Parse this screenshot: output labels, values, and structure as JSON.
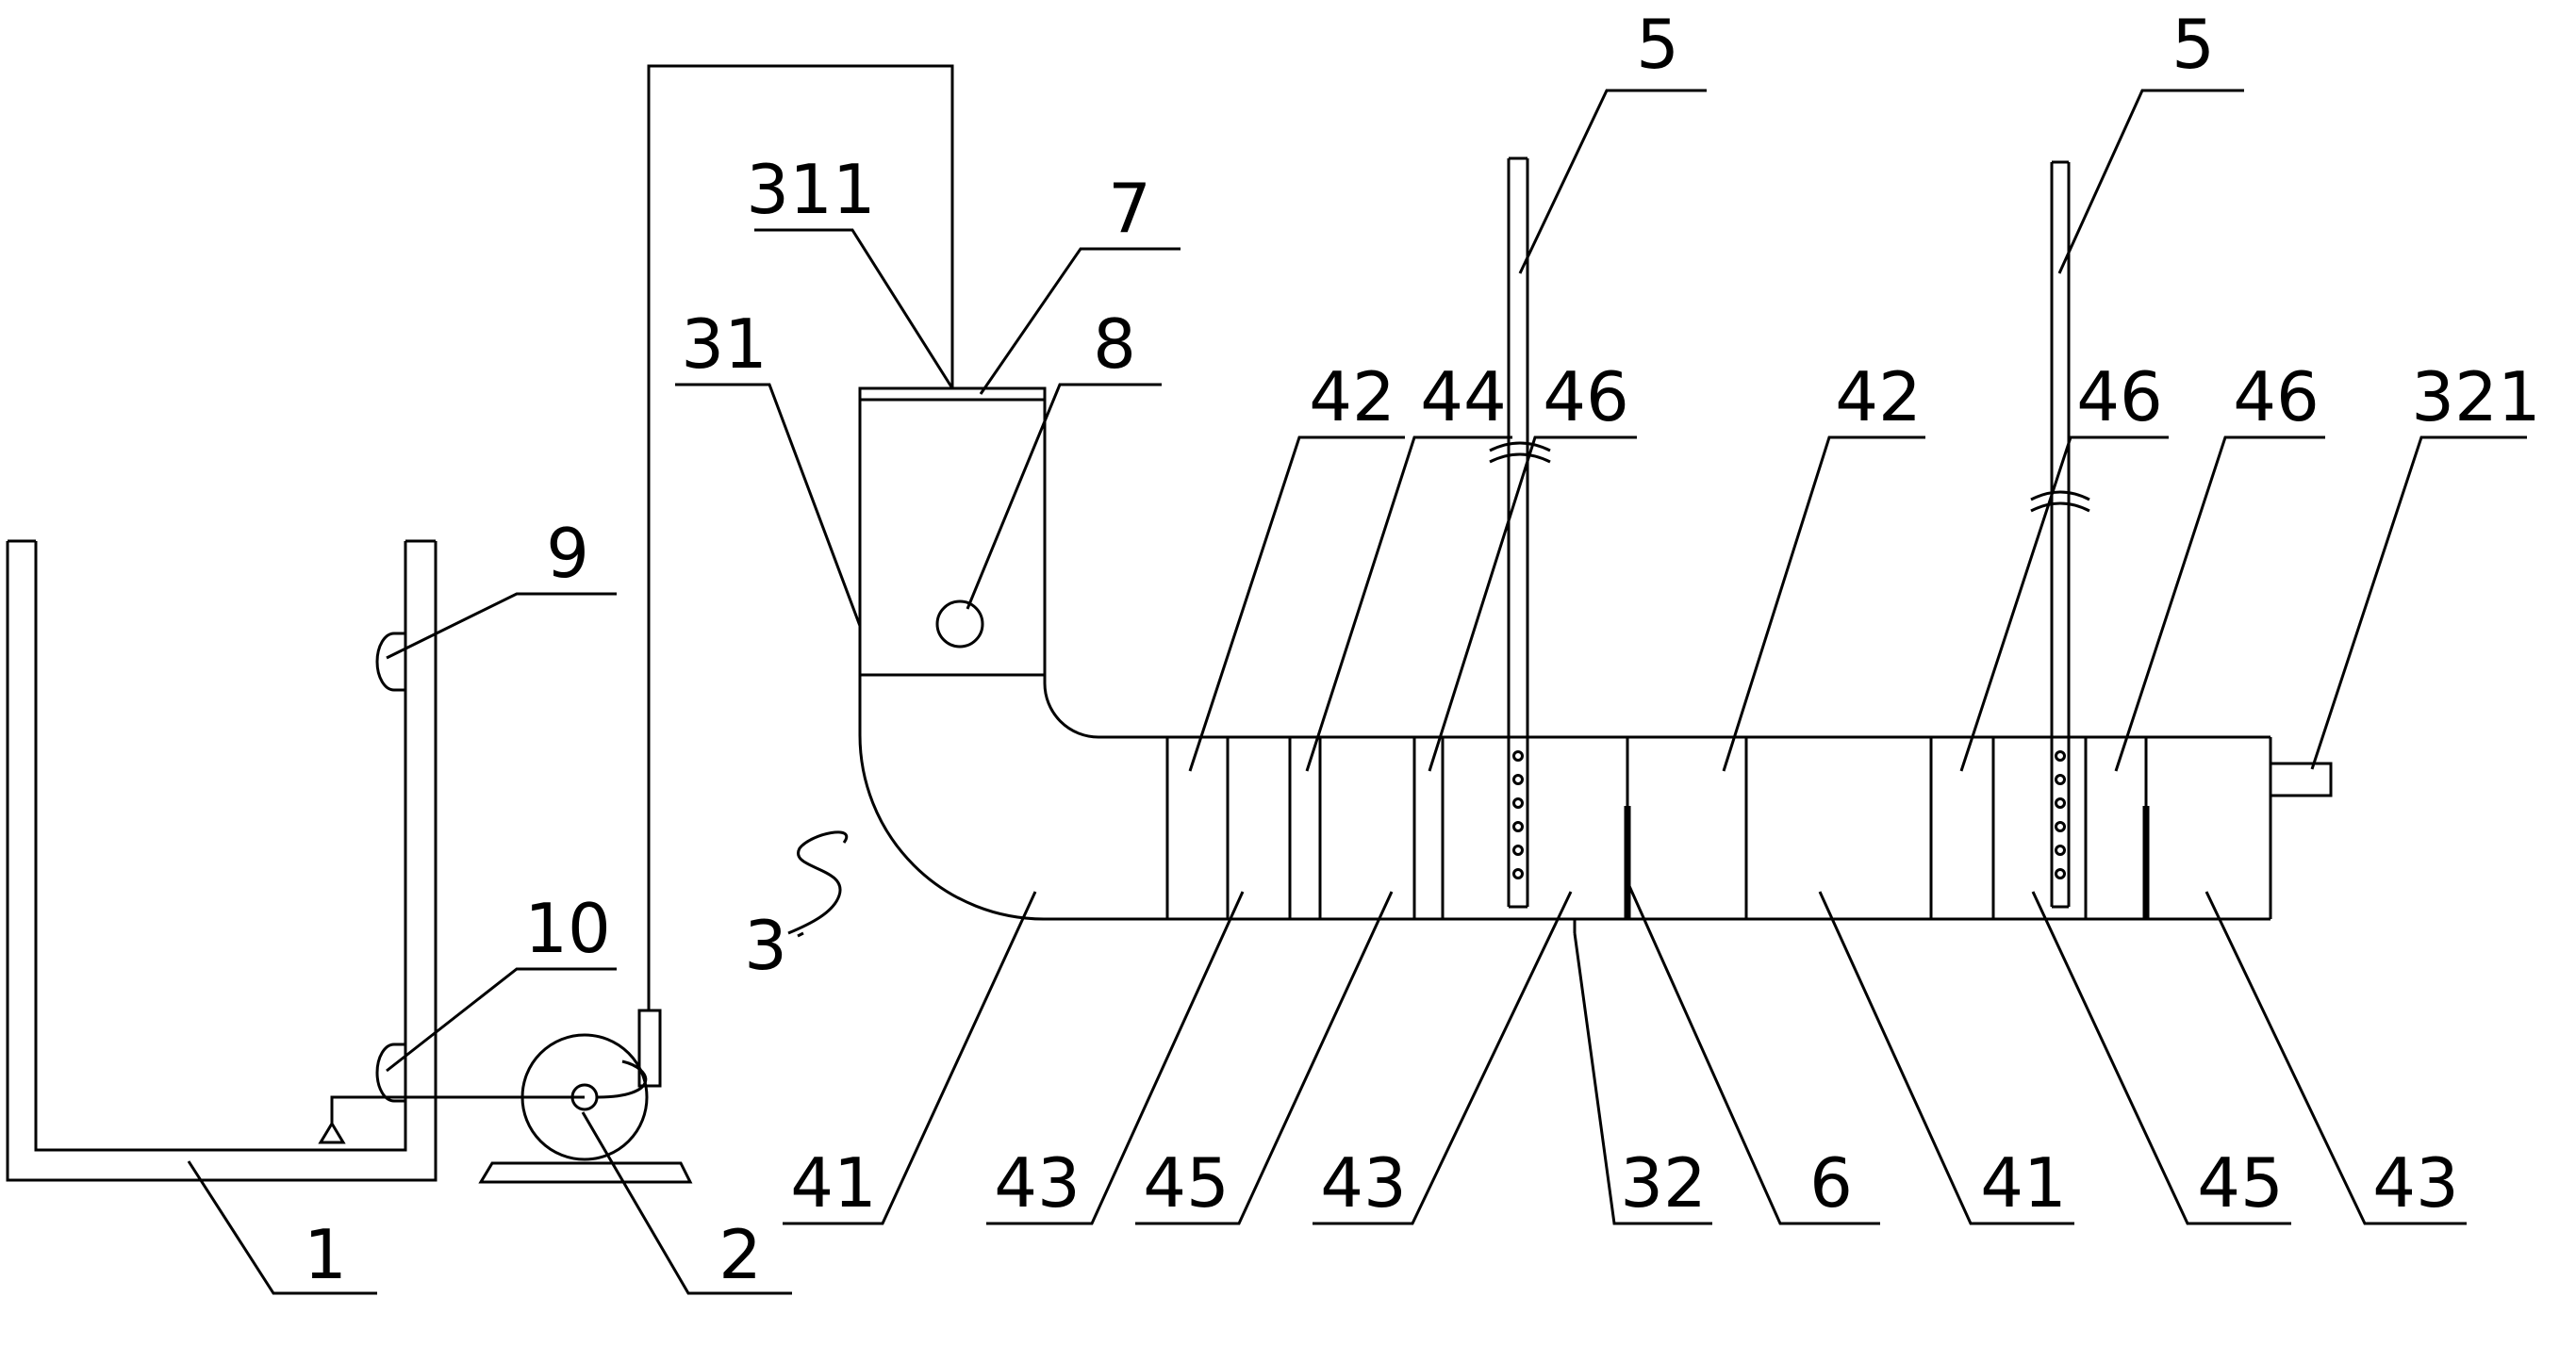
{
  "diagram": {
    "labels": [
      {
        "id": "l1",
        "text": "1"
      },
      {
        "id": "l2",
        "text": "2"
      },
      {
        "id": "l3",
        "text": "3"
      },
      {
        "id": "l31",
        "text": "31"
      },
      {
        "id": "l311",
        "text": "311"
      },
      {
        "id": "l7",
        "text": "7"
      },
      {
        "id": "l8",
        "text": "8"
      },
      {
        "id": "l9",
        "text": "9"
      },
      {
        "id": "l10",
        "text": "10"
      },
      {
        "id": "l42a",
        "text": "42"
      },
      {
        "id": "l44",
        "text": "44"
      },
      {
        "id": "l46a",
        "text": "46"
      },
      {
        "id": "l5a",
        "text": "5"
      },
      {
        "id": "l5b",
        "text": "5"
      },
      {
        "id": "l42b",
        "text": "42"
      },
      {
        "id": "l46b",
        "text": "46"
      },
      {
        "id": "l46c",
        "text": "46"
      },
      {
        "id": "l321",
        "text": "321"
      },
      {
        "id": "l41a",
        "text": "41"
      },
      {
        "id": "l43a",
        "text": "43"
      },
      {
        "id": "l45a",
        "text": "45"
      },
      {
        "id": "l43b",
        "text": "43"
      },
      {
        "id": "l32",
        "text": "32"
      },
      {
        "id": "l6",
        "text": "6"
      },
      {
        "id": "l41b",
        "text": "41"
      },
      {
        "id": "l45b",
        "text": "45"
      },
      {
        "id": "l43c",
        "text": "43"
      }
    ]
  }
}
